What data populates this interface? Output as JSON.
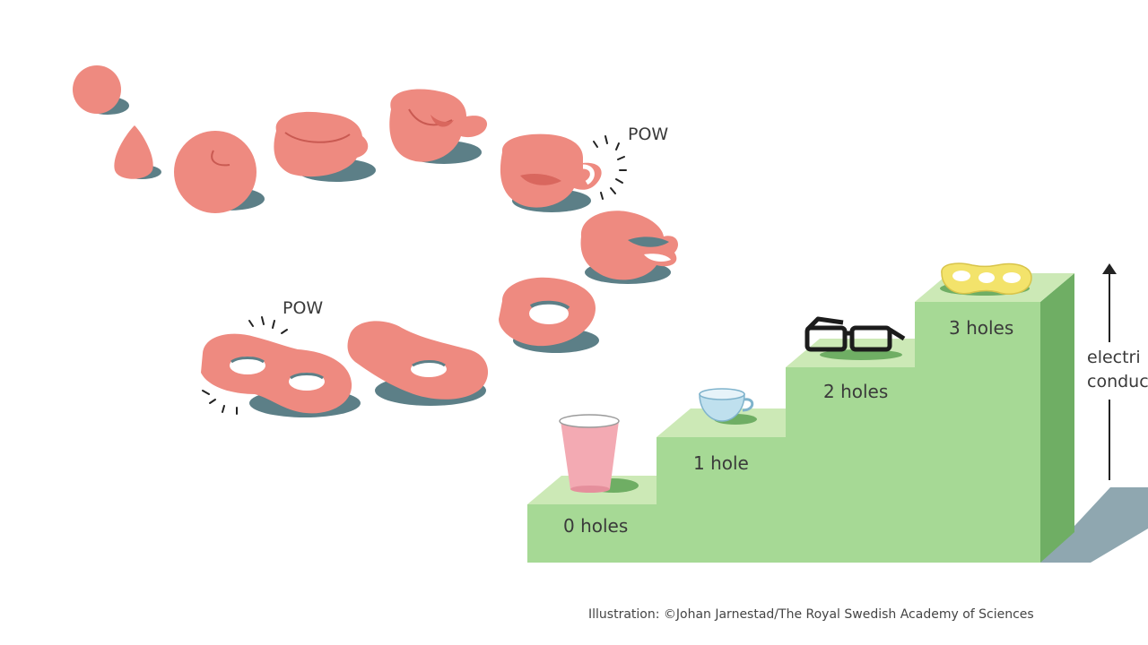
{
  "colors": {
    "blob": "#ee8a80",
    "blob_shadow": "#5c7f87",
    "stair_front": "#a6d995",
    "stair_top": "#cce9b6",
    "stair_side": "#6fae64"
  },
  "labels": {
    "pow_1": "POW",
    "pow_2": "POW"
  },
  "steps": [
    {
      "label": "0 holes",
      "object": "paper-cup"
    },
    {
      "label": "1 hole",
      "object": "teacup"
    },
    {
      "label": "2 holes",
      "object": "glasses"
    },
    {
      "label": "3 holes",
      "object": "pretzel"
    }
  ],
  "axis": {
    "label_line1": "electri",
    "label_line2": "conduc"
  },
  "credit": "Illustration: ©Johan Jarnestad/The Royal Swedish Academy of Sciences"
}
